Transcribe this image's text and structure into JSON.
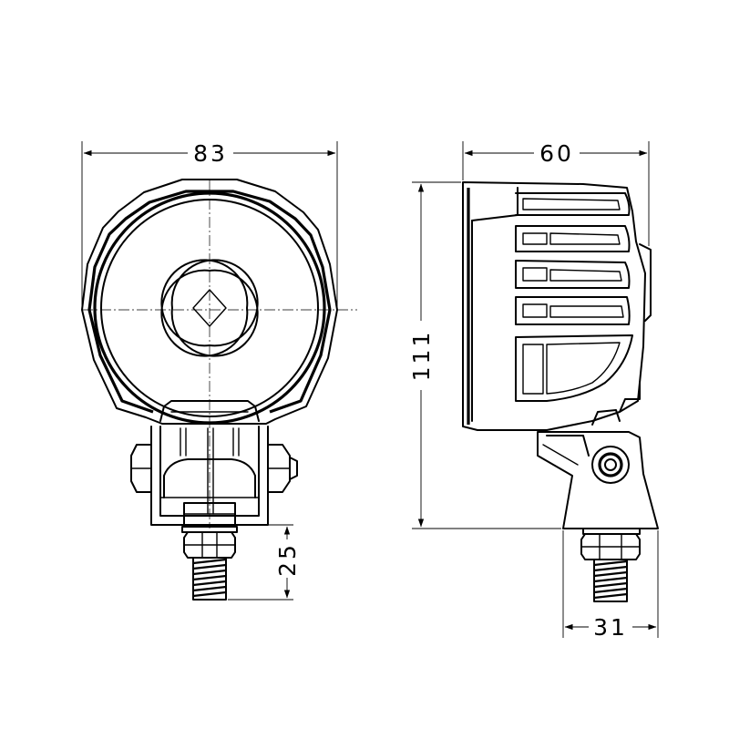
{
  "dimensions": {
    "front_width": "83",
    "side_depth": "60",
    "height": "111",
    "bolt_length": "25",
    "bracket_width": "31"
  },
  "colors": {
    "line": "#000000",
    "background": "#ffffff"
  }
}
